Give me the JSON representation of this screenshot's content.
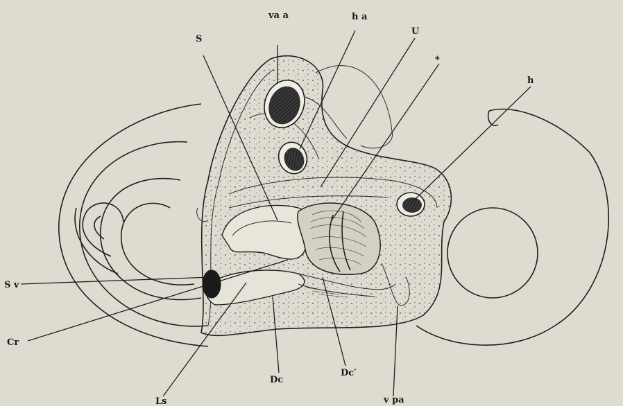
{
  "labels": {
    "S": "S",
    "vaa": "va a",
    "ha": "h a",
    "U": "U",
    "star": "*",
    "h": "h",
    "Sv": "S v",
    "Cr": "Cr",
    "Dc": "Dc",
    "Dc2": "Dc′",
    "Ls": "Ls",
    "vpa": "v pa"
  },
  "colors": {
    "paper": "#dedcd0",
    "ink": "#1e1e1e"
  }
}
